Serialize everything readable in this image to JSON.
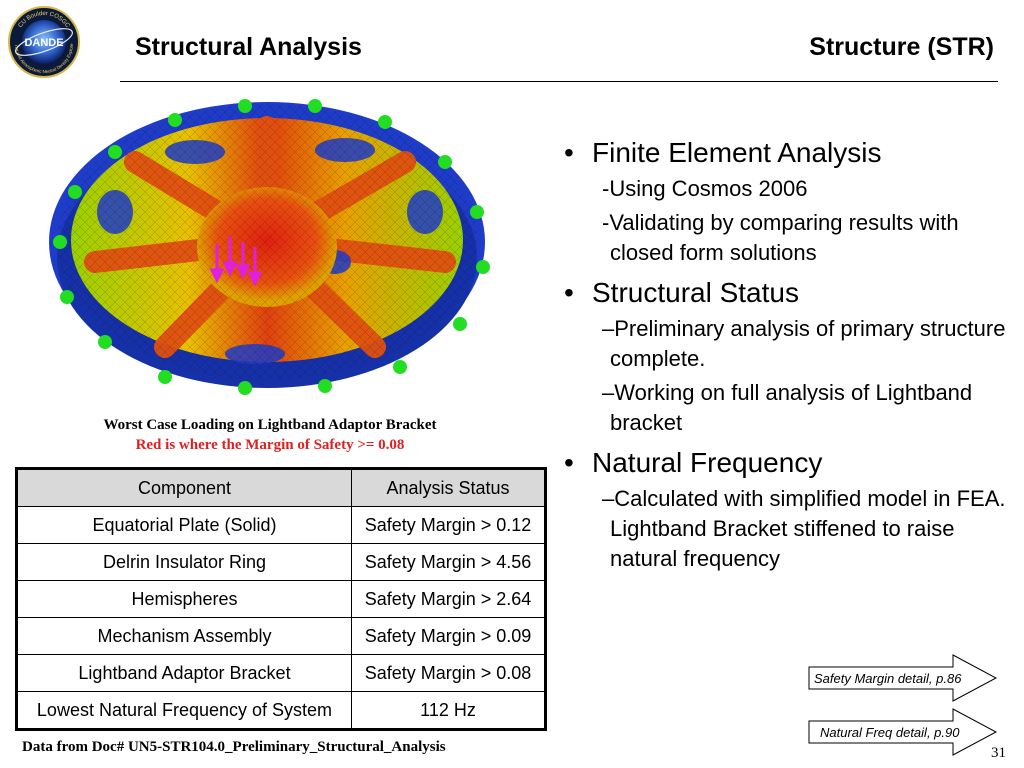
{
  "header": {
    "title_left": "Structural Analysis",
    "title_right": "Structure (STR)",
    "logo_text": "DANDE",
    "logo_ring_top": "CU Boulder  COSGC",
    "logo_ring_bottom": "Drag and Atmospheric Neutral Density Explorer"
  },
  "figure": {
    "caption_line1": "Worst Case Loading on Lightband Adaptor Bracket",
    "caption_line2": "Red is where the Margin of Safety >= 0.08",
    "colors": {
      "high_stress": "#1e3cc8",
      "mid": "#c8e000",
      "low_margin": "#e03010",
      "fixture": "#22dd22",
      "load": "#e020e0"
    }
  },
  "table": {
    "headers": [
      "Component",
      "Analysis Status"
    ],
    "rows": [
      [
        "Equatorial Plate (Solid)",
        "Safety Margin > 0.12"
      ],
      [
        "Delrin Insulator Ring",
        "Safety Margin > 4.56"
      ],
      [
        "Hemispheres",
        "Safety Margin > 2.64"
      ],
      [
        "Mechanism Assembly",
        "Safety Margin > 0.09"
      ],
      [
        "Lightband Adaptor Bracket",
        "Safety Margin > 0.08"
      ],
      [
        "Lowest Natural Frequency of System",
        "112 Hz"
      ]
    ]
  },
  "source_note": "Data from Doc# UN5-STR104.0_Preliminary_Structural_Analysis",
  "bullets": [
    {
      "text": "Finite Element Analysis",
      "subs": [
        "-Using Cosmos 2006",
        "-Validating by comparing results with closed form solutions"
      ]
    },
    {
      "text": "Structural Status",
      "subs": [
        "–Preliminary analysis of primary structure complete.",
        "–Working on full analysis of Lightband bracket"
      ]
    },
    {
      "text": "Natural Frequency",
      "subs": [
        "–Calculated with simplified model in FEA.  Lightband Bracket stiffened to raise natural frequency"
      ]
    }
  ],
  "callouts": {
    "safety_margin": "Safety Margin detail, p.86",
    "natural_freq": "Natural Freq detail, p.90"
  },
  "page_number": "31"
}
